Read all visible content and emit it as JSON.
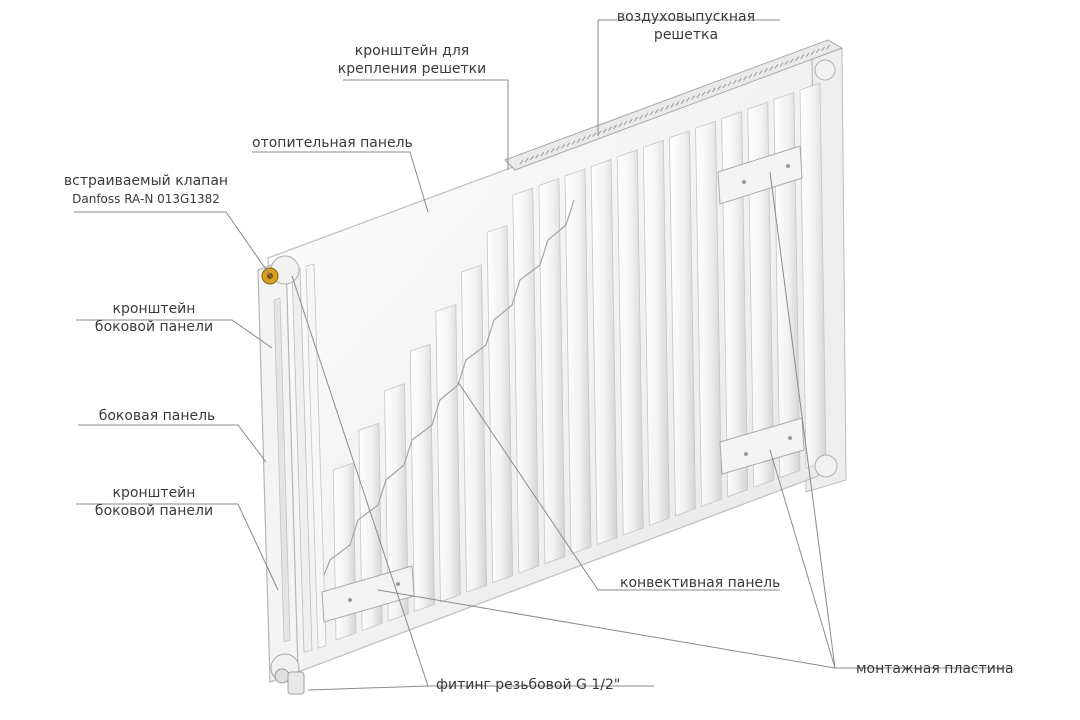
{
  "labels": {
    "air_grille": [
      "воздуховыпускная",
      "решетка"
    ],
    "grille_bracket": [
      "кронштейн для",
      "крепления решетки"
    ],
    "heating_panel": "отопительная панель",
    "valve": [
      "встраиваемый клапан",
      "Danfoss RA-N 013G1382"
    ],
    "side_bracket_top": [
      "кронштейн",
      "боковой панели"
    ],
    "side_panel": "боковая панель",
    "side_bracket_bottom": [
      "кронштейн",
      "боковой панели"
    ],
    "convection_panel": "конвективная панель",
    "fitting": "фитинг резьбовой G 1/2\"",
    "mounting_plate": "монтажная пластина"
  },
  "colors": {
    "text": "#3a3a3a",
    "leader_line": "#8a8a8a",
    "radiator_face": "#f6f6f6",
    "radiator_shade": "#d9d9d9",
    "radiator_outline": "#b9b9b9",
    "valve_brass": "#d9a021"
  }
}
